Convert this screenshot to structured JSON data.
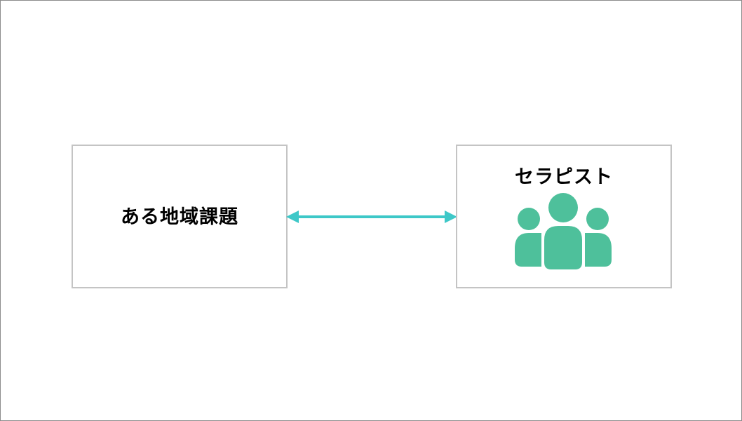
{
  "diagram": {
    "left_box": {
      "label": "ある地域課題"
    },
    "right_box": {
      "label": "セラピスト",
      "icon": "people-group-icon"
    },
    "connector": {
      "type": "double-headed-arrow"
    }
  },
  "colors": {
    "border": "#c4c4c4",
    "frame": "#8c8c8c",
    "arrow": "#3ec8c8",
    "icon": "#4ec09b"
  }
}
